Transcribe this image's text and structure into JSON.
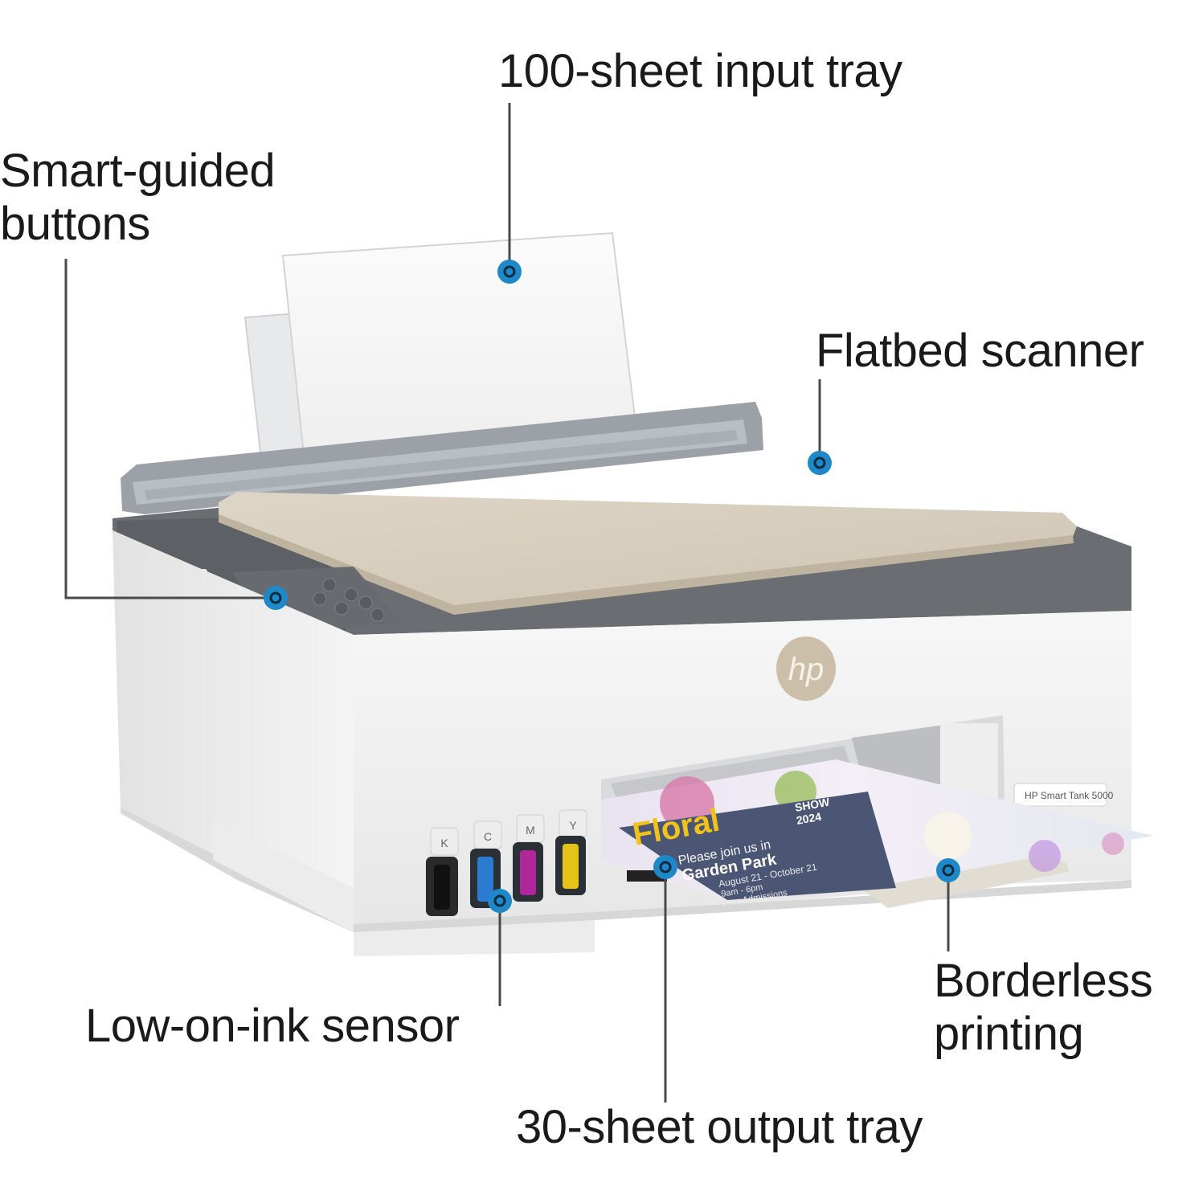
{
  "callouts": {
    "input_tray": "100-sheet input tray",
    "smart_buttons_line1": "Smart-guided",
    "smart_buttons_line2": "buttons",
    "flatbed": "Flatbed scanner",
    "ink_sensor": "Low-on-ink sensor",
    "borderless_line1": "Borderless",
    "borderless_line2": "printing",
    "output_tray": "30-sheet output tray"
  },
  "printer": {
    "brand_logo": "hp",
    "model_label": "HP Smart Tank 5000",
    "tank_letters": [
      "K",
      "C",
      "M",
      "Y"
    ],
    "tank_colors": [
      "#1c1c1c",
      "#2a7bd1",
      "#b0269b",
      "#e3c21a"
    ]
  },
  "flyer": {
    "title": "Floral",
    "badge_line1": "SHOW",
    "badge_line2": "2024",
    "invite_line1": "Please join us in",
    "invite_line2": "Garden Park",
    "dates": "August 21 - October 21",
    "hours": "9am - 6pm",
    "admission": "Free Admissions"
  },
  "colors": {
    "marker": "#1e88c9",
    "leader": "#4a4a4a",
    "body": "#f1f1f1",
    "lid": "#d8cfbf",
    "top_band": "#6a6e72"
  },
  "icons": {
    "marker": "ring-marker-icon",
    "logo": "hp-logo-icon"
  }
}
